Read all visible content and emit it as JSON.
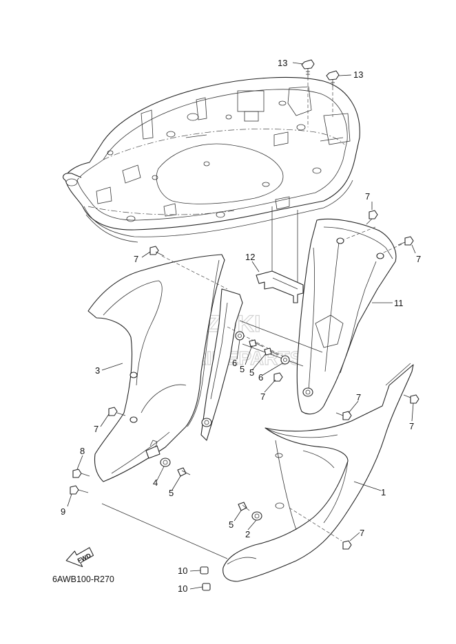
{
  "diagram": {
    "reference_code": "6AWB100-R270",
    "watermark": {
      "brand": "SUZUKI",
      "sub": "MARINEPARTS"
    },
    "fwd_label": "FWD",
    "callouts": {
      "c1": "1",
      "c2": "2",
      "c3": "3",
      "c4": "4",
      "c5a": "5",
      "c5b": "5",
      "c5c": "5",
      "c5d": "5",
      "c6a": "6",
      "c6b": "6",
      "c7a": "7",
      "c7b": "7",
      "c7c": "7",
      "c7d": "7",
      "c7e": "7",
      "c7f": "7",
      "c7g": "7",
      "c7h": "7",
      "c8": "8",
      "c9": "9",
      "c10a": "10",
      "c10b": "10",
      "c11": "11",
      "c12": "12",
      "c13a": "13",
      "c13b": "13"
    }
  }
}
